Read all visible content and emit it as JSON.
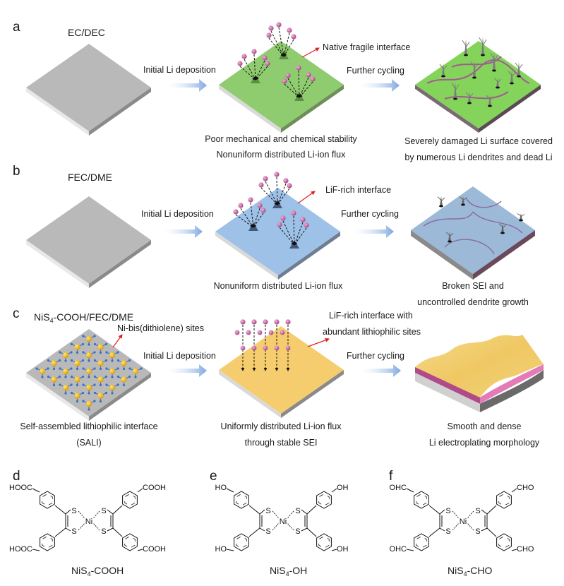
{
  "panels": {
    "a": {
      "letter": "a",
      "electrolyte": "EC/DEC",
      "arrow1_label": "Initial Li deposition",
      "arrow2_label": "Further cycling",
      "interface_label": "Native fragile interface",
      "mid_caption": [
        "Poor mechanical and chemical stability",
        "Nonuniform distributed Li-ion flux"
      ],
      "right_caption": [
        "Severely damaged Li surface covered",
        "by numerous Li dendrites and dead Li"
      ],
      "surface_color": "#8ccc6a"
    },
    "b": {
      "letter": "b",
      "electrolyte": "FEC/DME",
      "arrow1_label": "Initial Li deposition",
      "arrow2_label": "Further cycling",
      "interface_label": "LiF-rich interface",
      "mid_caption": [
        "Nonuniform distributed Li-ion flux"
      ],
      "right_caption": [
        "Broken SEI and",
        "uncontrolled dendrite growth"
      ],
      "surface_color": "#9cc0e6"
    },
    "c": {
      "letter": "c",
      "electrolyte_main": "NiS",
      "electrolyte_sub": "4",
      "electrolyte_rest": "-COOH/FEC/DME",
      "sites_label": "Ni-bis(dithiolene) sites",
      "arrow1_label": "Initial Li deposition",
      "arrow2_label": "Further cycling",
      "interface_label": [
        "LiF-rich interface with",
        "abundant lithiophilic sites"
      ],
      "left_caption": [
        "Self-assembled lithiophilic interface",
        "(SALI)"
      ],
      "mid_caption": [
        "Uniformly distributed Li-ion flux",
        "through stable SEI"
      ],
      "right_caption": [
        "Smooth and dense",
        "Li electroplating morphology"
      ],
      "surface_color": "#f5cd6e"
    },
    "d": {
      "letter": "d",
      "group": "COOH",
      "group_left": "HOOC",
      "name_main": "NiS",
      "name_sub": "4",
      "name_rest": "-COOH"
    },
    "e": {
      "letter": "e",
      "group": "OH",
      "group_left": "HO",
      "name_main": "NiS",
      "name_sub": "4",
      "name_rest": "-OH"
    },
    "f": {
      "letter": "f",
      "group": "CHO",
      "group_left": "OHC",
      "name_main": "NiS",
      "name_sub": "4",
      "name_rest": "-CHO"
    }
  },
  "molecule_core": {
    "sulfur": "S",
    "metal": "Ni"
  },
  "colors": {
    "substrate": "#b8b8b8",
    "li_ion": "#c0589a",
    "arrow": "#8fb0e0",
    "pointer": "#e02020",
    "ni_node": "#f2b91a",
    "linker": "#3a6fc4"
  }
}
